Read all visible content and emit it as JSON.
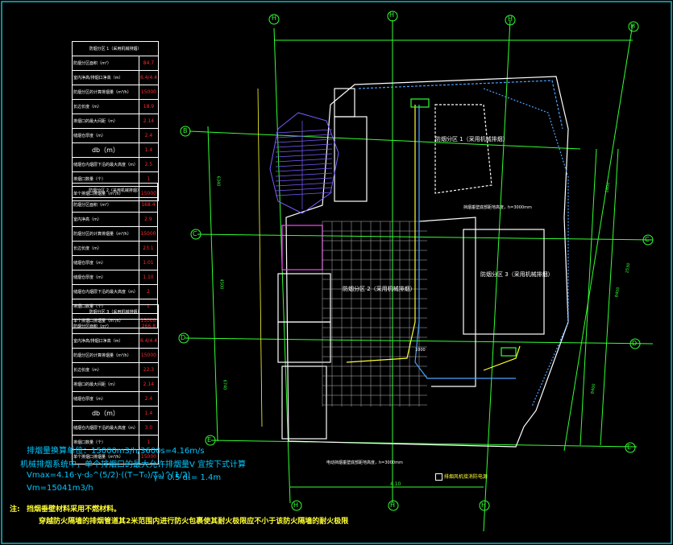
{
  "tables": [
    {
      "header": "防烟分区 1（采用机械排烟）",
      "rows": [
        {
          "label": "防烟分区面积（m²）",
          "value": "84.7"
        },
        {
          "label": "室内净高/排烟口净高（m）",
          "value": "6.4/4.4"
        },
        {
          "label": "防烟分区的计算排烟量（m³/h）",
          "value": "15000"
        },
        {
          "label": "长边长度（m）",
          "value": "18.9"
        },
        {
          "label": "排烟口的最大间距（m）",
          "value": "2.14"
        },
        {
          "label": "储烟仓厚度（m）",
          "value": "2.4"
        },
        {
          "label": "db（m）",
          "value": "1.4"
        },
        {
          "label": "储烟仓内烟层下沿的最大高度（m）",
          "value": "2.5"
        },
        {
          "label": "排烟口数量（个）",
          "value": "1"
        },
        {
          "label": "单个排烟口排烟量（m³/h）",
          "value": "15000"
        }
      ]
    },
    {
      "header": "防烟分区 2（采用机械排烟）",
      "rows": [
        {
          "label": "防烟分区面积（m²）",
          "value": "168.4"
        },
        {
          "label": "室内净高（m）",
          "value": "2.9"
        },
        {
          "label": "防烟分区的计算排烟量（m³/h）",
          "value": "15000"
        },
        {
          "label": "长边长度（m）",
          "value": "23.1"
        },
        {
          "label": "储烟仓厚度（m）",
          "value": "1.01"
        },
        {
          "label": "储烟仓厚度（m）",
          "value": "1.10"
        },
        {
          "label": "储烟仓内烟层下沿的最大高度（m）",
          "value": "2"
        },
        {
          "label": "排烟口数量（个）",
          "value": "1"
        },
        {
          "label": "单个排烟口排烟量（m³/h）",
          "value": "15000"
        }
      ]
    },
    {
      "header": "防烟分区 3（采用机械排烟）",
      "rows": [
        {
          "label": "防烟分区面积（m²）",
          "value": "266.8"
        },
        {
          "label": "室内净高/排烟口净高（m）",
          "value": "6.4/4.4"
        },
        {
          "label": "防烟分区的计算排烟量（m³/h）",
          "value": "15000"
        },
        {
          "label": "长边长度（m）",
          "value": "22.3"
        },
        {
          "label": "排烟口的最大间距（m）",
          "value": "2.14"
        },
        {
          "label": "储烟仓厚度（m）",
          "value": "2.4"
        },
        {
          "label": "db（m）",
          "value": "1.4"
        },
        {
          "label": "储烟仓内烟层下沿的最大高度（m）",
          "value": "3.0"
        },
        {
          "label": "排烟口数量（个）",
          "value": "1"
        },
        {
          "label": "单个排烟口排烟量（m³/h）",
          "value": "15000"
        }
      ]
    }
  ],
  "notes": {
    "unit_conversion": "排烟量换算单位：15000m3/h/3600s=4.16m/s",
    "max_exhaust": "机械排烟系统中，单个排烟口的最大允许排烟量V  宜按下式计算",
    "formula": "Vmax=4.16·γ·d₀^(5/2)·((T−T₀)/T₀)^(1/2)",
    "params": "γ= 0.5   d₁= 1.4m",
    "result": "Vm=15041m3/h",
    "note_label": "注:",
    "note1": "挡烟垂壁材料采用不燃材料。",
    "note2": "穿越防火隔墙的排烟管道其2米范围内进行防火包裹使其耐火极限应不小于该防火隔墙的耐火极限"
  },
  "zones": {
    "zone1": "防烟分区 1（采用机械排烟）",
    "zone2": "防烟分区 2（采用机械排烟）",
    "zone3": "防烟分区 3（采用机械排烟）"
  },
  "labels": {
    "smoke_curtain_top": "挡烟垂壁底部距地高度，h=3000mm",
    "smoke_curtain_bottom": "电动挡烟垂壁底部距地高度，h=3000mm",
    "fan_note": "排烟风机接消防电源",
    "dim_bottom": "4.10",
    "dim_left1": "6340",
    "dim_left2": "4500",
    "dim_left3": "6740",
    "dim_right1": "2800",
    "dim_right2": "8400",
    "dim_right3": "8400",
    "dim_right4": "2530",
    "dim_1000": "1000"
  },
  "axis_labels": {
    "b": "B",
    "c": "C",
    "d": "D",
    "e": "E",
    "n1": "H",
    "n2": "H",
    "n3": "H",
    "n4": "H",
    "s1": "H",
    "s2": "H",
    "s3": "H"
  },
  "colors": {
    "border": "#16b8c8",
    "grid": "#33ff33",
    "wall": "#ffffff",
    "table_value": "#ff2a2a",
    "note": "#00c8ff",
    "note_yellow": "#ffff33",
    "duct": "#ffff33",
    "zone_text": "#ffffff",
    "zone_number": "#ff2a2a"
  }
}
